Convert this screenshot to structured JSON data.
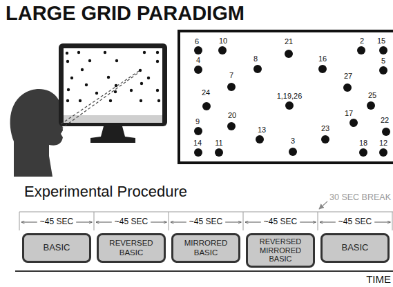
{
  "diagram": {
    "title": "LARGE GRID PARADIGM",
    "nodes": [
      {
        "text": [
          "BASIC"
        ]
      },
      {
        "text": [
          "REVERSED BASIC"
        ]
      },
      {
        "text": [
          "MIRRORED BASIC"
        ]
      },
      {
        "text": [
          "REVERSED MIRRORED BASIC"
        ]
      },
      {
        "text": [
          "BASIC"
        ]
      }
    ],
    "labels": [
      "6",
      "10",
      "21",
      "2",
      "15",
      "4",
      "8",
      "16",
      "5",
      "7",
      "27",
      "24",
      "1,19,26",
      "25",
      "20",
      "17",
      "22",
      "9",
      "13",
      "23",
      "3",
      "14",
      "11",
      "18",
      "12",
      "Experimental Procedure",
      "~45 SEC",
      "~45 SEC",
      "~45 SEC",
      "~45 SEC",
      "~45 SEC",
      "30 SEC BREAK",
      "TIME"
    ]
  }
}
